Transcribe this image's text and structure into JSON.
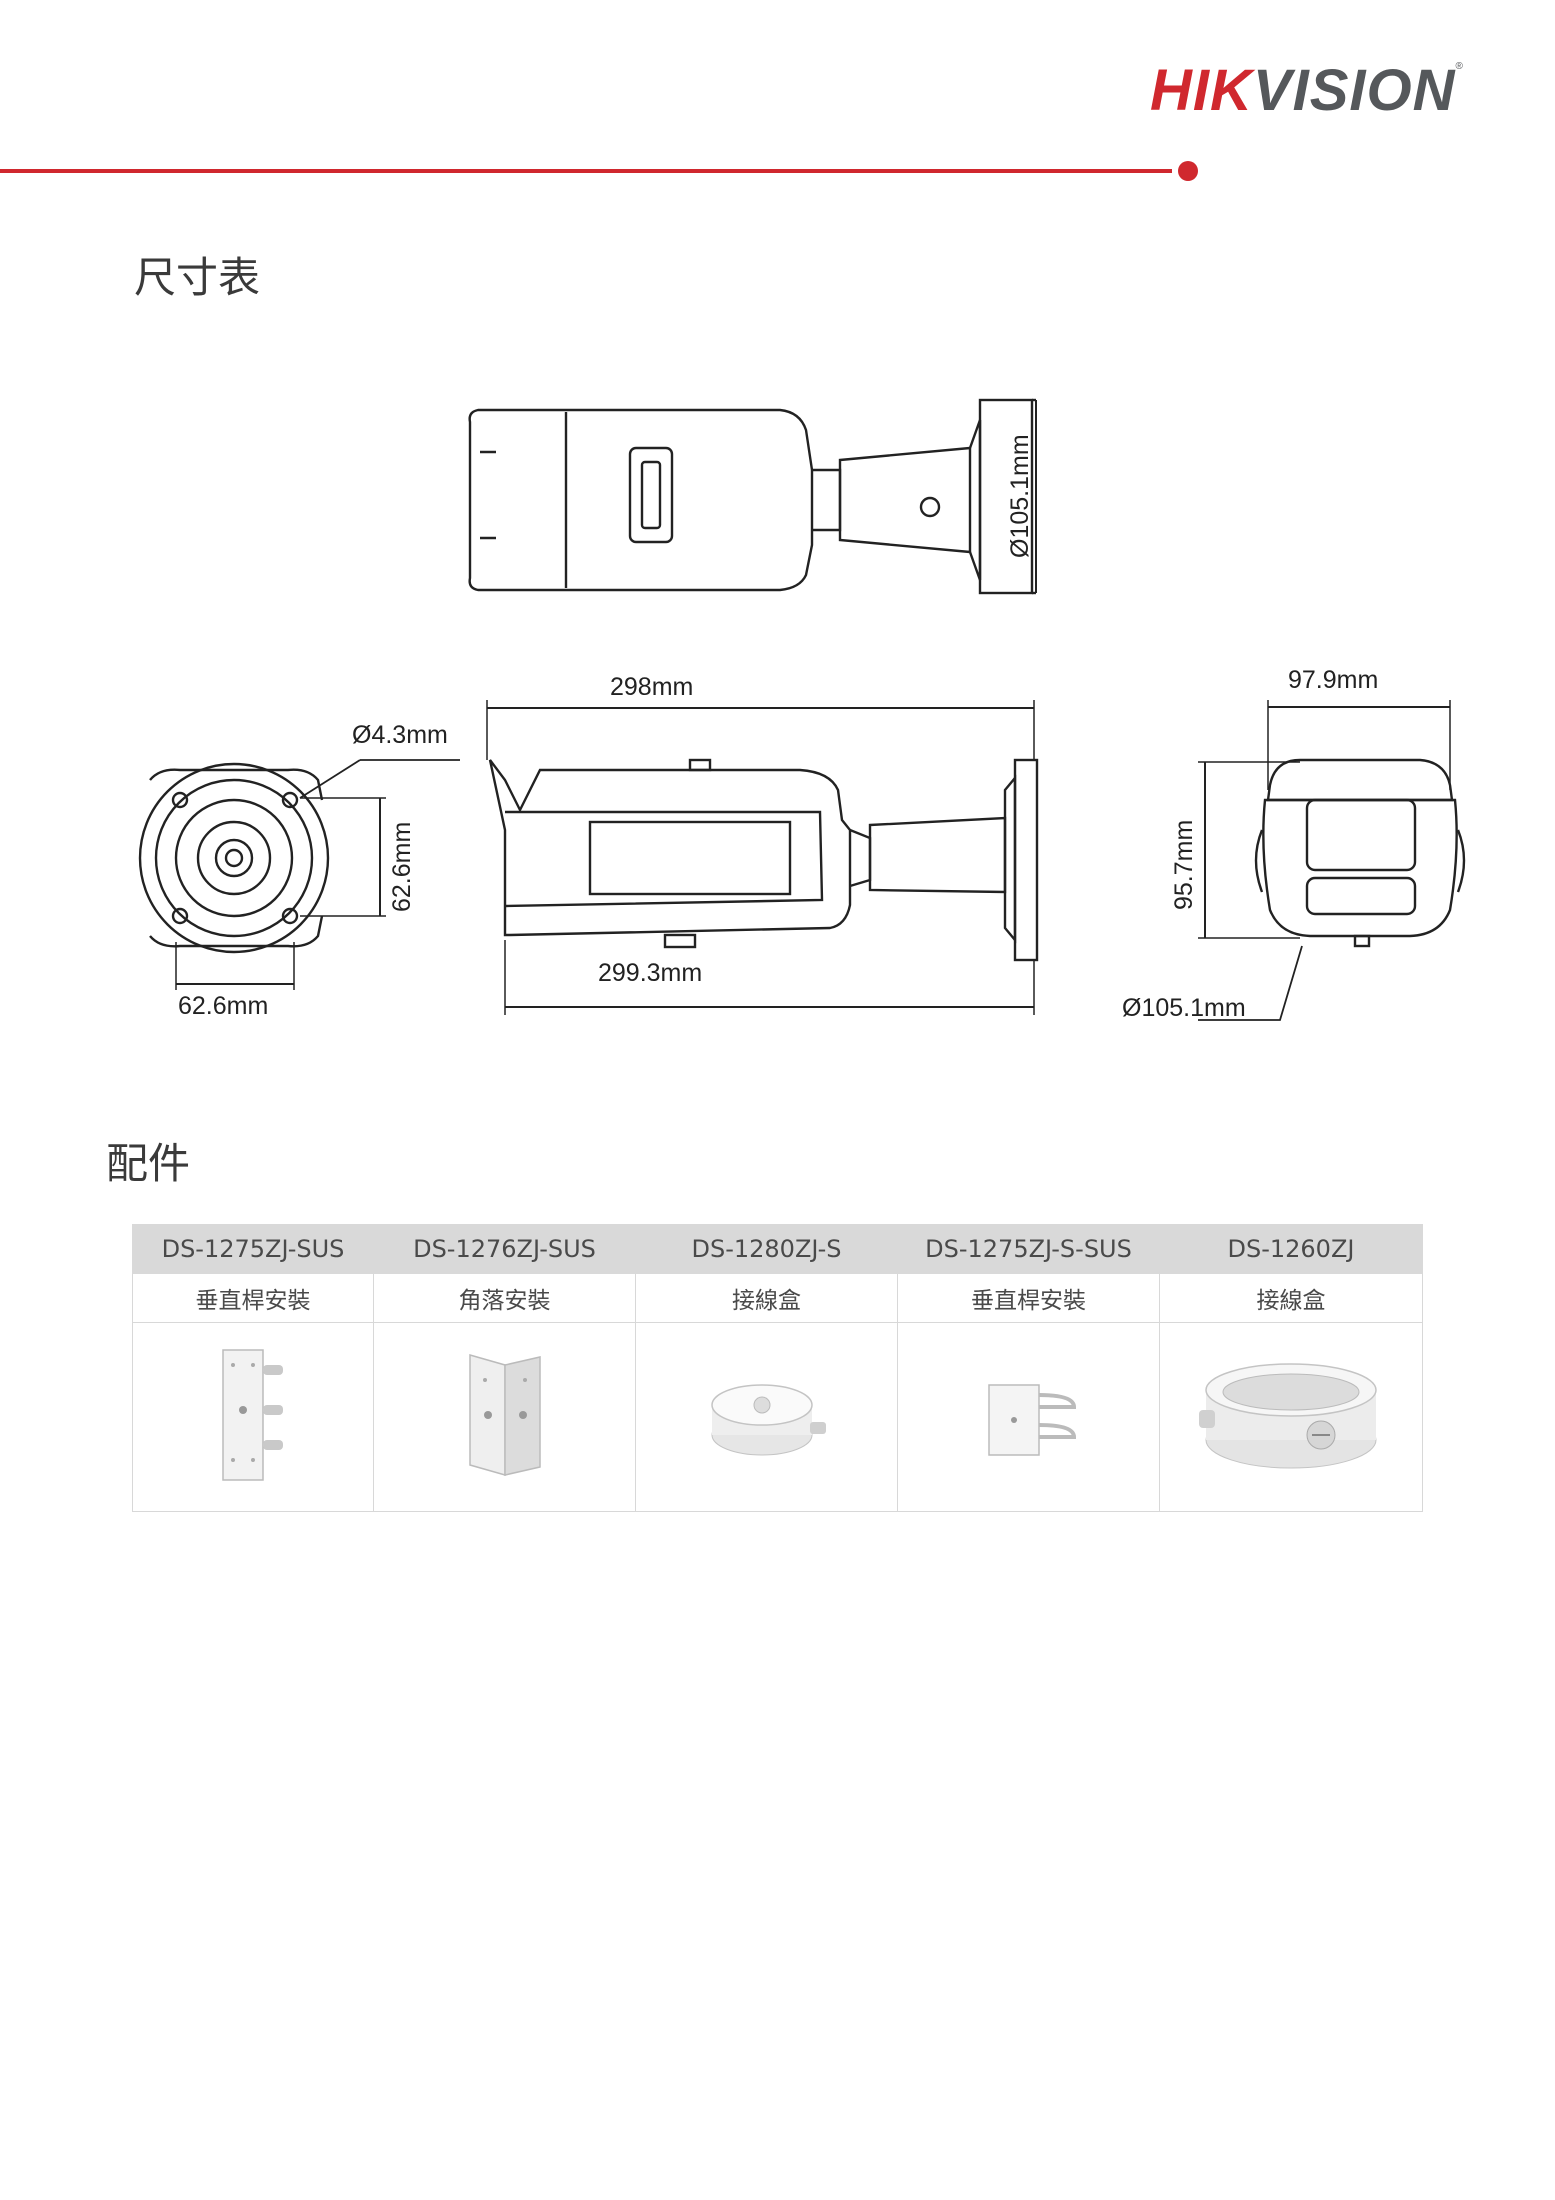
{
  "brand": {
    "logo_text_1": "HIK",
    "logo_text_2": "VISION",
    "reg_mark": "®",
    "accent_color": "#d0282e"
  },
  "sections": {
    "dimensions_title": "尺寸表",
    "accessories_title": "配件"
  },
  "dimensions": {
    "top_flange_diameter": "Ø105.1mm",
    "mount_hole_diameter": "Ø4.3mm",
    "front_height": "62.6mm",
    "front_width": "62.6mm",
    "side_length_top": "298mm",
    "side_length_bottom": "299.3mm",
    "rear_width": "97.9mm",
    "rear_height": "95.7mm",
    "rear_base_diameter": "Ø105.1mm"
  },
  "accessories": [
    {
      "model": "DS-1275ZJ-SUS",
      "type": "垂直桿安裝",
      "icon": "vertical-pole-mount-bracket"
    },
    {
      "model": "DS-1276ZJ-SUS",
      "type": "角落安裝",
      "icon": "corner-mount-bracket"
    },
    {
      "model": "DS-1280ZJ-S",
      "type": "接線盒",
      "icon": "junction-box"
    },
    {
      "model": "DS-1275ZJ-S-SUS",
      "type": "垂直桿安裝",
      "icon": "vertical-pole-mount-bracket"
    },
    {
      "model": "DS-1260ZJ",
      "type": "接線盒",
      "icon": "junction-box"
    }
  ]
}
